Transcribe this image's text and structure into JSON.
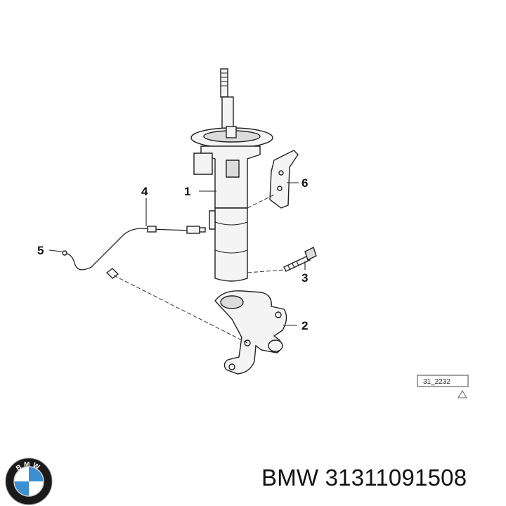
{
  "diagram": {
    "callouts": [
      {
        "id": "1",
        "label": "1"
      },
      {
        "id": "2",
        "label": "2"
      },
      {
        "id": "3",
        "label": "3"
      },
      {
        "id": "4",
        "label": "4"
      },
      {
        "id": "5",
        "label": "5"
      },
      {
        "id": "6",
        "label": "6"
      }
    ],
    "reference_code": "31_2232"
  },
  "brand": {
    "logo_text": "BMW",
    "caption": "BMW 31311091508",
    "logo_colors": {
      "blue": "#3c8fd0",
      "white": "#ffffff",
      "ring": "#111111"
    }
  }
}
